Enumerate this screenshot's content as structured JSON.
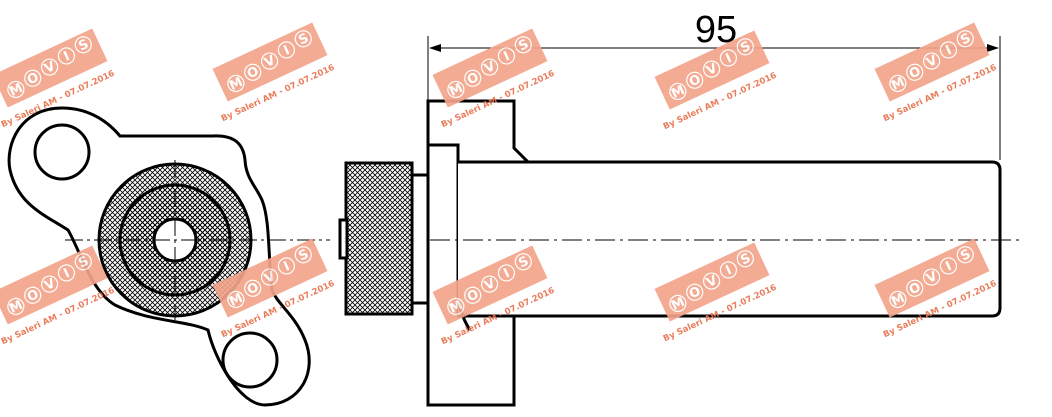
{
  "dimension": {
    "value": "95"
  },
  "watermark": {
    "letters": [
      "M",
      "O",
      "V",
      "I",
      "S"
    ],
    "credit": "By Saleri AM - 07.07.2016",
    "tile_color": "#f3a48a",
    "text_color": "#e8724f"
  },
  "colors": {
    "line": "#000000",
    "background": "#ffffff"
  }
}
